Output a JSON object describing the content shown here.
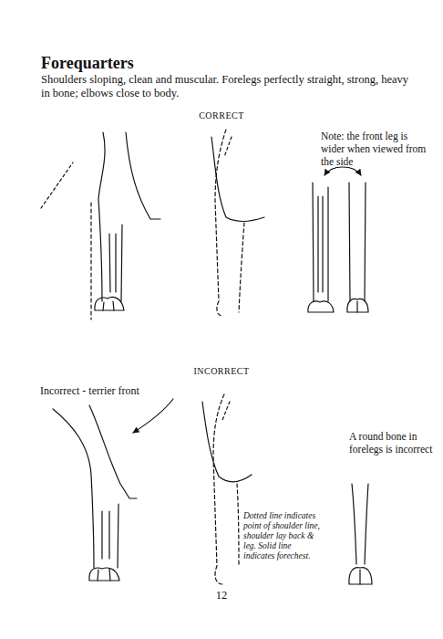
{
  "diagram": {
    "title": "Forequarters",
    "labels": [
      "Shoulders sloping, clean and muscular. Forelegs perfectly straight, strong, heavy in bone; elbows close to body.",
      "CORRECT",
      "Note: the front leg is wider when viewed from the side",
      "INCORRECT",
      "Incorrect - terrier front",
      "A round bone in forelegs is incorrect",
      "Dotted line indicates point of shoulder line, shoulder lay back & leg. Solid line indicates forechest.",
      "12"
    ]
  }
}
